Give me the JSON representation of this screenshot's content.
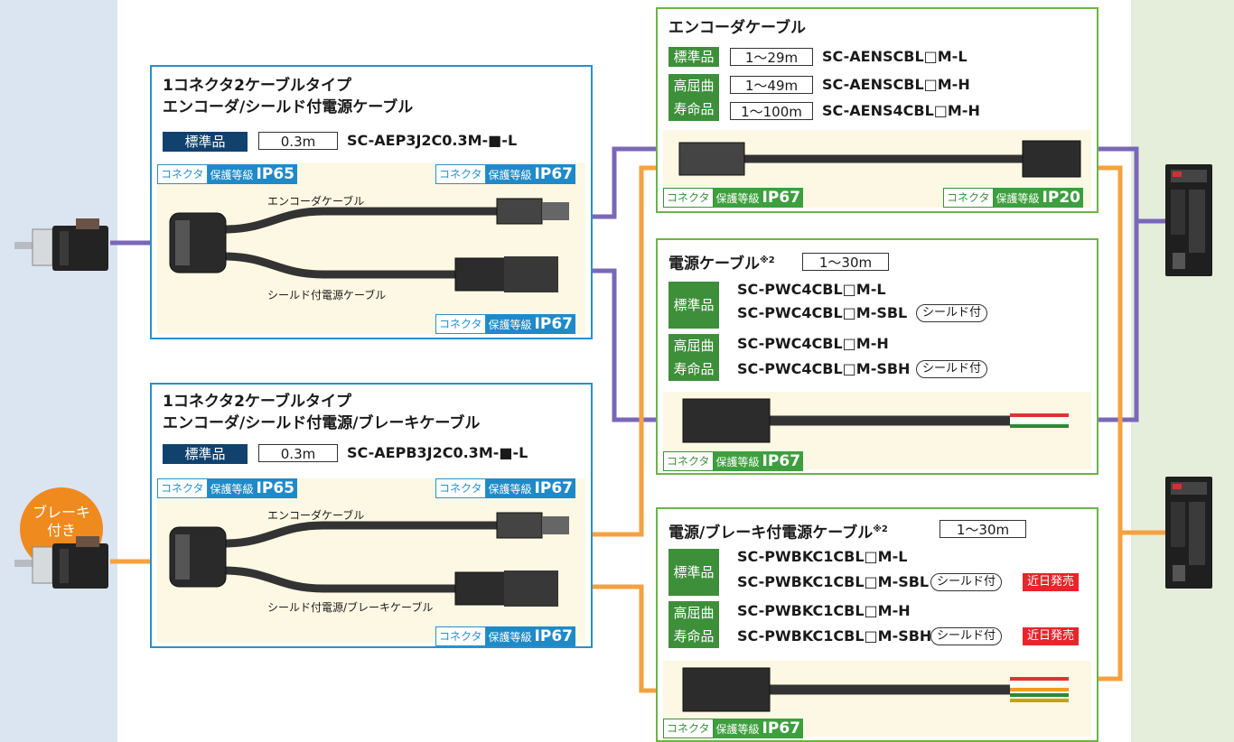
{
  "brake_badge": {
    "line1": "ブレーキ",
    "line2": "付き"
  },
  "box1": {
    "title_line1": "1コネクタ2ケーブルタイプ",
    "title_line2": "エンコーダ/シールド付電源ケーブル",
    "tag": "標準品",
    "length": "0.3m",
    "model": "SC-AEP3J2C0.3M-■-L",
    "connector_left": {
      "kind": "コネクタ",
      "rating_label": "保護等級",
      "rating": "IP65"
    },
    "connector_right": {
      "kind": "コネクタ",
      "rating_label": "保護等級",
      "rating": "IP67"
    },
    "connector_bottom": {
      "kind": "コネクタ",
      "rating_label": "保護等級",
      "rating": "IP67"
    },
    "cable_top": "エンコーダケーブル",
    "cable_bottom": "シールド付電源ケーブル"
  },
  "box2": {
    "title_line1": "1コネクタ2ケーブルタイプ",
    "title_line2": "エンコーダ/シールド付電源/ブレーキケーブル",
    "tag": "標準品",
    "length": "0.3m",
    "model": "SC-AEPB3J2C0.3M-■-L",
    "connector_left": {
      "kind": "コネクタ",
      "rating_label": "保護等級",
      "rating": "IP65"
    },
    "connector_right": {
      "kind": "コネクタ",
      "rating_label": "保護等級",
      "rating": "IP67"
    },
    "connector_bottom": {
      "kind": "コネクタ",
      "rating_label": "保護等級",
      "rating": "IP67"
    },
    "cable_top": "エンコーダケーブル",
    "cable_bottom": "シールド付電源/ブレーキケーブル"
  },
  "encoder": {
    "title": "エンコーダケーブル",
    "rows": [
      {
        "tag": "標準品",
        "length": "1〜29m",
        "model": "SC-AENSCBL□M-L"
      },
      {
        "tag": "高屈曲",
        "length": "1〜49m",
        "model": "SC-AENSCBL□M-H"
      },
      {
        "tag": "寿命品",
        "length": "1〜100m",
        "model": "SC-AENS4CBL□M-H"
      }
    ],
    "connector_left": {
      "kind": "コネクタ",
      "rating_label": "保護等級",
      "rating": "IP67"
    },
    "connector_right": {
      "kind": "コネクタ",
      "rating_label": "保護等級",
      "rating": "IP20"
    }
  },
  "power": {
    "title": "電源ケーブル",
    "note": "※2",
    "length": "1〜30m",
    "tag_std": "標準品",
    "tag_hf1": "高屈曲",
    "tag_hf2": "寿命品",
    "models": [
      "SC-PWC4CBL□M-L",
      "SC-PWC4CBL□M-SBL",
      "SC-PWC4CBL□M-H",
      "SC-PWC4CBL□M-SBH"
    ],
    "shield": "シールド付",
    "connector": {
      "kind": "コネクタ",
      "rating_label": "保護等級",
      "rating": "IP67"
    }
  },
  "brake": {
    "title": "電源/ブレーキ付電源ケーブル",
    "note": "※2",
    "length": "1〜30m",
    "tag_std": "標準品",
    "tag_hf1": "高屈曲",
    "tag_hf2": "寿命品",
    "models": [
      "SC-PWBKC1CBL□M-L",
      "SC-PWBKC1CBL□M-SBL",
      "SC-PWBKC1CBL□M-H",
      "SC-PWBKC1CBL□M-SBH"
    ],
    "shield": "シールド付",
    "soon": "近日発売",
    "connector": {
      "kind": "コネクタ",
      "rating_label": "保護等級",
      "rating": "IP67"
    }
  },
  "colors": {
    "purple": "#7a67b8",
    "orange": "#f6a13f",
    "blue_border": "#2b8fcc",
    "green_border": "#6bb544",
    "navy_tag": "#11426e",
    "green_tag": "#3d8f3a"
  }
}
